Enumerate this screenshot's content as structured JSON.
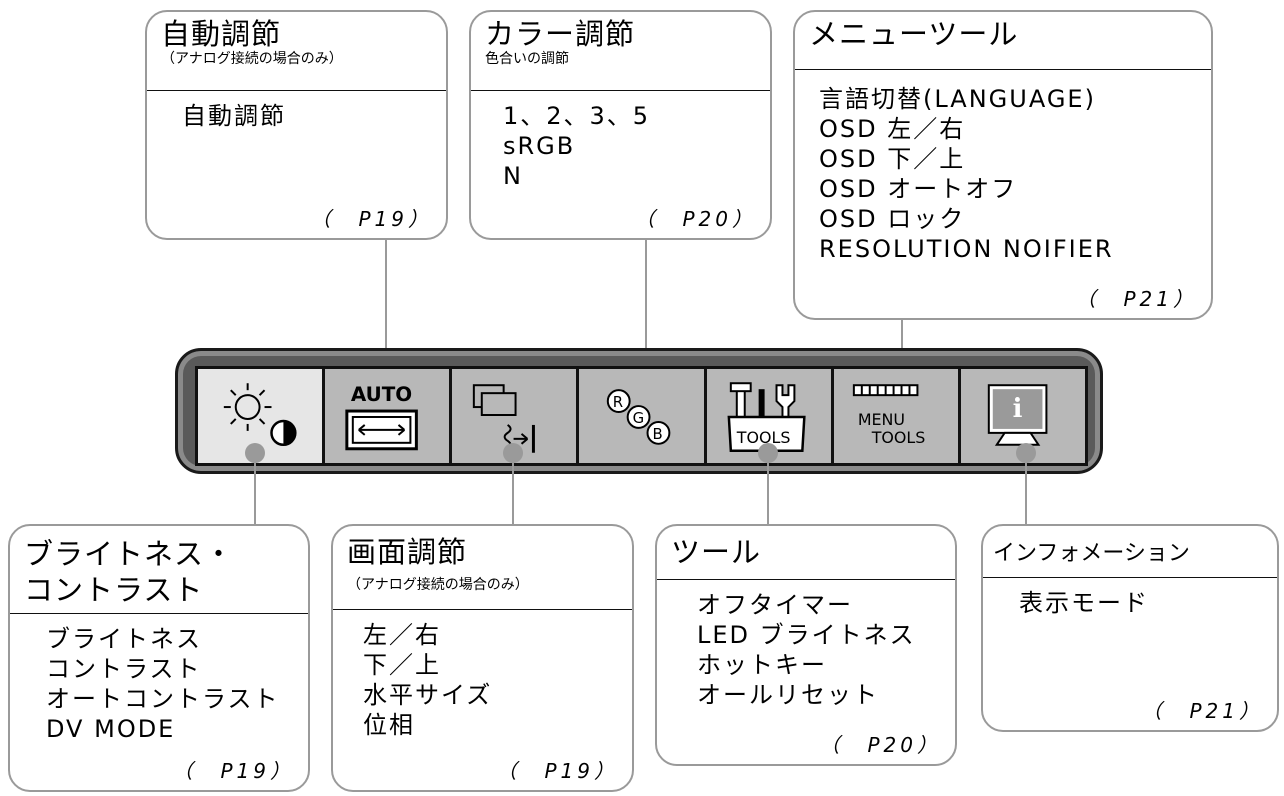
{
  "callouts": {
    "auto_adjust": {
      "title": "自動調節",
      "subtitle": "（アナログ接続の場合のみ）",
      "items": [
        "自動調節"
      ],
      "page": "（　P19）"
    },
    "color_adjust": {
      "title": "カラー調節",
      "subtitle": "色合いの調節",
      "items": [
        "1、2、3、5",
        "sRGB",
        "N"
      ],
      "page": "（　P20）"
    },
    "menu_tools": {
      "title": "メニューツール",
      "items": [
        "言語切替(LANGUAGE)",
        "OSD 左／右",
        "OSD 下／上",
        "OSD オートオフ",
        "OSD ロック",
        "RESOLUTION NOIFIER"
      ],
      "page": "（　P21）"
    },
    "brightness_contrast": {
      "title_line1": "ブライトネス・",
      "title_line2": "コントラスト",
      "items": [
        "ブライトネス",
        "コントラスト",
        "オートコントラスト",
        "DV MODE"
      ],
      "page": "（　P19）"
    },
    "screen_adjust": {
      "title": "画面調節",
      "subtitle": "（アナログ接続の場合のみ）",
      "items": [
        "左／右",
        "下／上",
        "水平サイズ",
        "位相"
      ],
      "page": "（　P19）"
    },
    "tools": {
      "title": "ツール",
      "items": [
        "オフタイマー",
        "LED ブライトネス",
        "ホットキー",
        "オールリセット"
      ],
      "page": "（　P20）"
    },
    "information": {
      "title": "インフォメーション",
      "items": [
        "表示モード"
      ],
      "page": "（　P21）"
    }
  },
  "osd_icons": [
    {
      "name": "brightness-contrast-icon",
      "label": ""
    },
    {
      "name": "auto-adjust-icon",
      "label": "AUTO"
    },
    {
      "name": "screen-adjust-icon",
      "label": ""
    },
    {
      "name": "color-rgb-icon",
      "label": "RGB"
    },
    {
      "name": "tools-icon",
      "label": "TOOLS"
    },
    {
      "name": "menu-tools-icon",
      "label_line1": "MENU",
      "label_line2": "TOOLS"
    },
    {
      "name": "information-icon",
      "label": "i"
    }
  ],
  "colors": {
    "callout_border": "#9a9a9a",
    "osd_frame": "#5a5a5a",
    "icon_bg": "#b8b8b8",
    "icon_selected_bg": "#e6e6e6"
  }
}
